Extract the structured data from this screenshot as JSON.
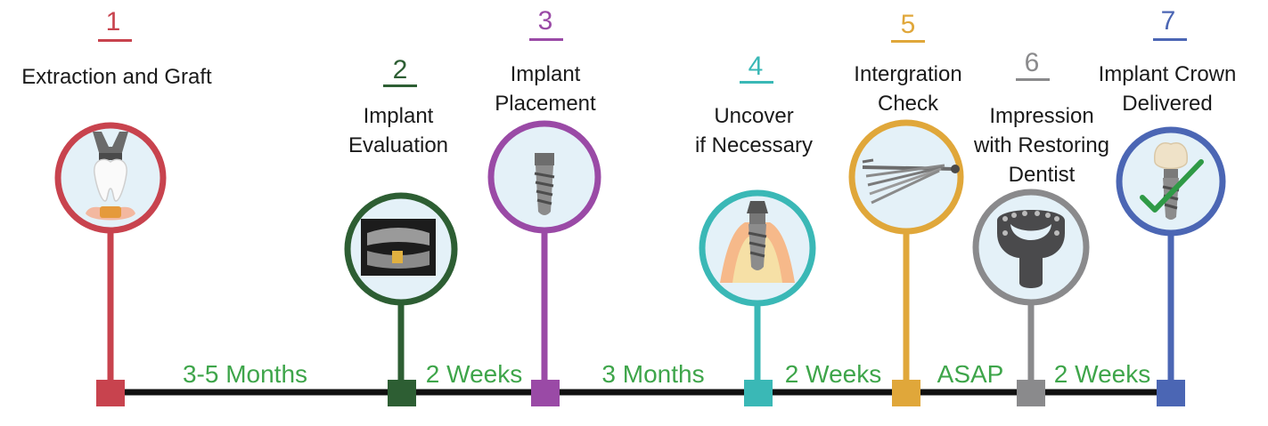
{
  "steps": [
    {
      "number": "1",
      "title": [
        "Extraction and Graft"
      ],
      "color": "#c8434e",
      "icon": "tooth-extraction-forceps-icon"
    },
    {
      "number": "2",
      "title": [
        "Implant",
        "Evaluation"
      ],
      "color": "#2d5e33",
      "icon": "xray-panoramic-icon"
    },
    {
      "number": "3",
      "title": [
        "Implant",
        "Placement"
      ],
      "color": "#9a4aa6",
      "icon": "implant-screw-icon"
    },
    {
      "number": "4",
      "title": [
        "Uncover",
        "if Necessary"
      ],
      "color": "#3ab8b6",
      "icon": "implant-in-gum-icon"
    },
    {
      "number": "5",
      "title": [
        "Intergration",
        "Check"
      ],
      "color": "#e0a73a",
      "icon": "dental-instruments-icon"
    },
    {
      "number": "6",
      "title": [
        "Impression",
        "with Restoring",
        "Dentist"
      ],
      "color": "#8a8a8c",
      "icon": "impression-tray-icon"
    },
    {
      "number": "7",
      "title": [
        "Implant Crown",
        "Delivered"
      ],
      "color": "#4b66b4",
      "icon": "implant-crown-checkmark-icon"
    }
  ],
  "intervals": [
    "3-5 Months",
    "2 Weeks",
    "3 Months",
    "2 Weeks",
    "ASAP",
    "2 Weeks"
  ],
  "colors": {
    "interval_text": "#3ea54a",
    "timeline": "#111111",
    "circle_fill": "#e4f1f8"
  }
}
